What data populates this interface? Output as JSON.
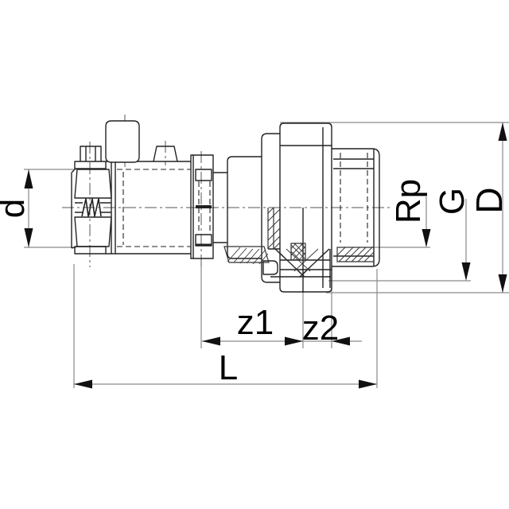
{
  "drawing": {
    "kind": "technical-drawing",
    "subject": "pipe-union-compression-fitting-cross-section",
    "background": "#ffffff",
    "outline_color": "#222222",
    "dimension_line_color": "#8a8a8a",
    "centerline_color": "#555555",
    "label_color": "#000000",
    "labels": {
      "pipe_diameter": "d",
      "female_thread": "Rp",
      "union_thread": "G",
      "outer_diameter": "D",
      "z1": "z1",
      "z2": "z2",
      "overall_length": "L"
    }
  }
}
